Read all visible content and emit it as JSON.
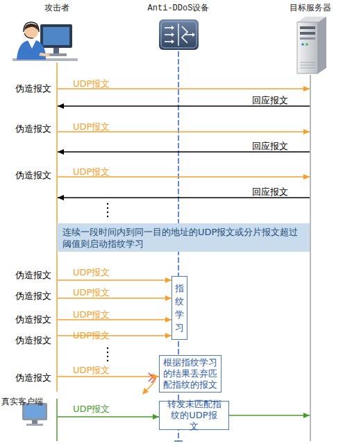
{
  "diagram": {
    "nodes": [
      {
        "text": [
          "攻击者"
        ]
      },
      {
        "text": [
          "Anti-DDoS设备"
        ]
      },
      {
        "text": [
          "目标服务器"
        ]
      },
      {
        "text": [
          "连续一段时间内到同一目的地址的UDP报文或分片报文超过阈值则启动指纹学习"
        ]
      },
      {
        "text": [
          "指纹学习"
        ]
      },
      {
        "text": [
          "根据指纹学习的结果丢弃匹配指纹的报文"
        ]
      },
      {
        "text": [
          "真实客户端"
        ]
      },
      {
        "text": [
          "转发未匹配指纹的UDP报文"
        ]
      }
    ],
    "edges": [
      {
        "from": 0,
        "to": 2,
        "label": "UDP报文",
        "arrow": "to"
      },
      {
        "from": 2,
        "to": 0,
        "label": "回应报文",
        "arrow": "to"
      },
      {
        "from": 0,
        "to": 2,
        "label": "UDP报文",
        "arrow": "to"
      },
      {
        "from": 2,
        "to": 0,
        "label": "回应报文",
        "arrow": "to"
      },
      {
        "from": 0,
        "to": 2,
        "label": "UDP报文",
        "arrow": "to"
      },
      {
        "from": 2,
        "to": 0,
        "label": "回应报文",
        "arrow": "to"
      },
      {
        "from": 0,
        "to": 4,
        "label": "UDP报文",
        "arrow": "to"
      },
      {
        "from": 0,
        "to": 4,
        "label": "UDP报文",
        "arrow": "to"
      },
      {
        "from": 0,
        "to": 4,
        "label": "UDP报文",
        "arrow": "to"
      },
      {
        "from": 0,
        "to": 4,
        "label": "UDP报文",
        "arrow": "to"
      },
      {
        "from": 0,
        "to": 5,
        "label": "UDP报文",
        "arrow": "to"
      },
      {
        "from": 6,
        "to": 7,
        "label": "UDP报文",
        "arrow": "to"
      },
      {
        "from": 7,
        "to": 2,
        "arrow": "to"
      }
    ],
    "labels": [
      "伪造报文",
      "伪造报文",
      "伪造报文",
      "伪造报文",
      "伪造报文",
      "伪造报文",
      "伪造报文",
      "伪造报文"
    ]
  }
}
